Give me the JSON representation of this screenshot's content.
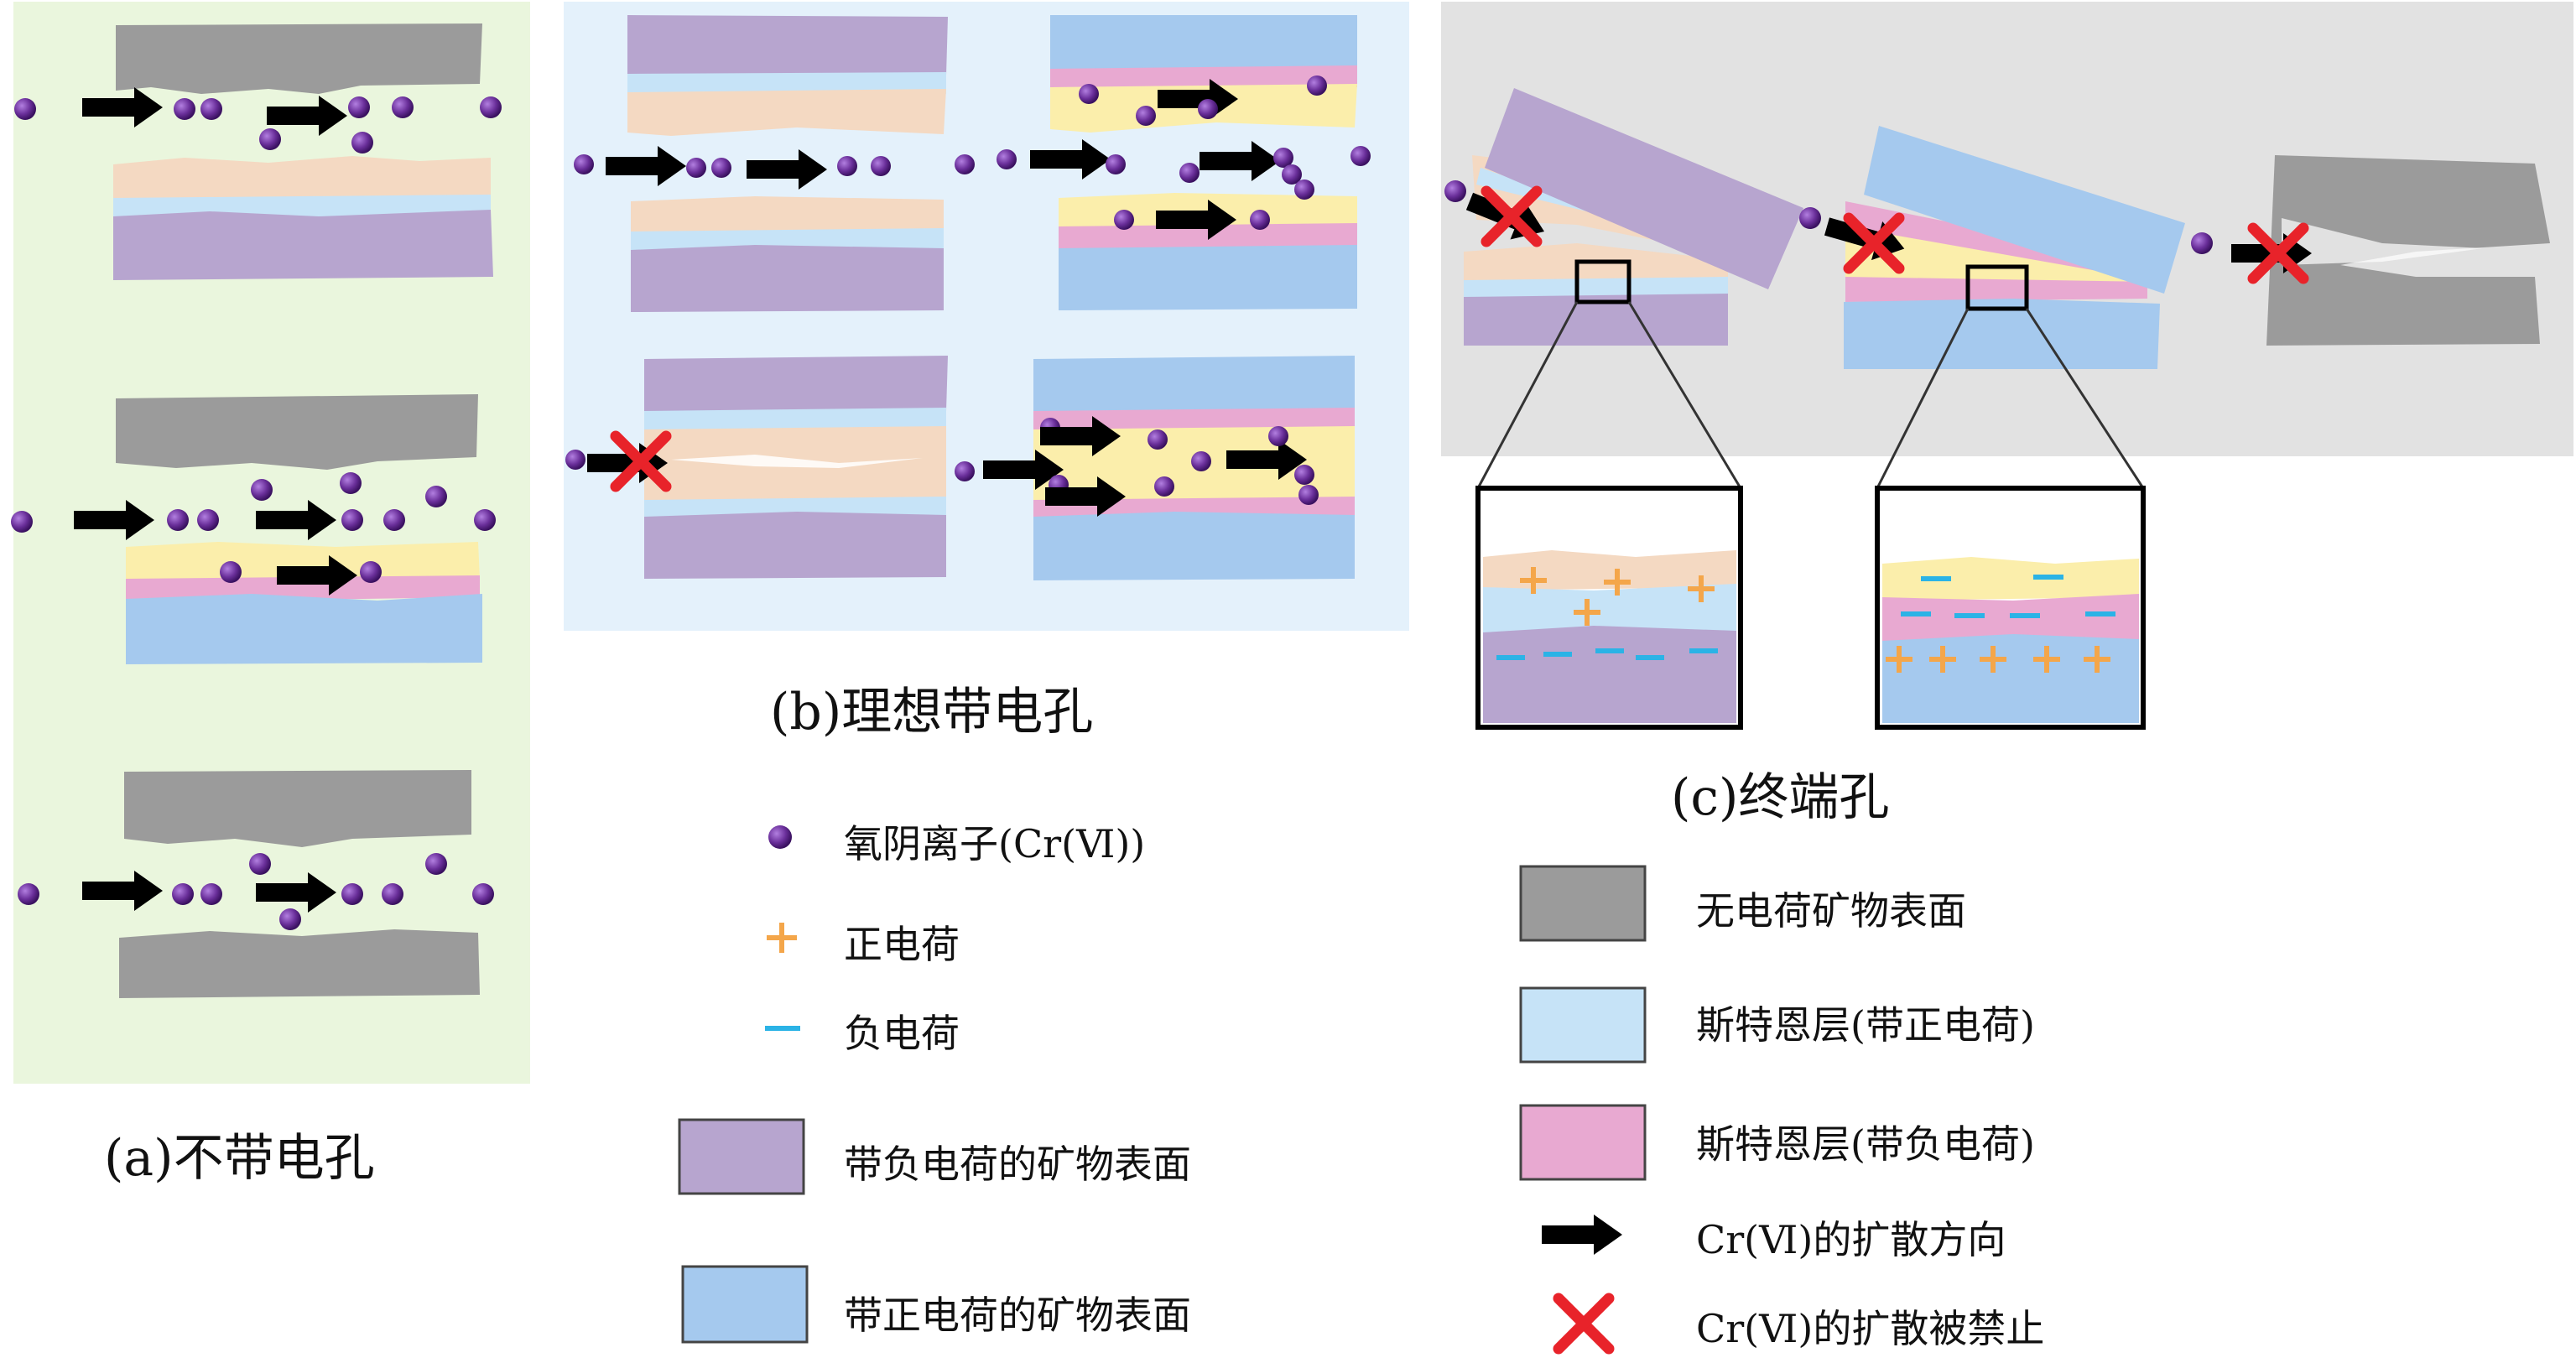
{
  "captions": {
    "a": "(a)不带电孔",
    "b": "(b)理想带电孔",
    "c": "(c)终端孔"
  },
  "legend": {
    "ion": "氧阴离子(Cr(Ⅵ))",
    "positive_charge": "正电荷",
    "negative_charge": "负电荷",
    "negative_surface": "带负电荷的矿物表面",
    "positive_surface": "带正电荷的矿物表面",
    "neutral_surface": "无电荷矿物表面",
    "stern_positive": "斯特恩层(带正电荷)",
    "stern_negative": "斯特恩层(带负电荷)",
    "diffusion_direction": "Cr(Ⅵ)的扩散方向",
    "diffusion_blocked": "Cr(Ⅵ)的扩散被禁止"
  },
  "colors": {
    "panel_a_bg": "#eaf6dd",
    "panel_b_bg": "#e4f1fb",
    "panel_c_bg": "#e2e2e2",
    "neutral_gray": "#9b9b9b",
    "purple_surface": "#b7a5cf",
    "blue_surface": "#a5c9ee",
    "light_blue_layer": "#c6e3f7",
    "peach_layer": "#f4d9c2",
    "pink_layer": "#e8a9d1",
    "yellow_layer": "#fbeeab",
    "ion": "#6a2f9a",
    "positive_charge": "#f4a64a",
    "negative_charge": "#2bb3e6",
    "blocked_x": "#e8232a",
    "arrow": "#000000"
  },
  "icons": [
    "ion-dot-icon",
    "arrow-right-icon",
    "blocked-x-icon",
    "plus-charge-icon",
    "minus-charge-icon"
  ]
}
